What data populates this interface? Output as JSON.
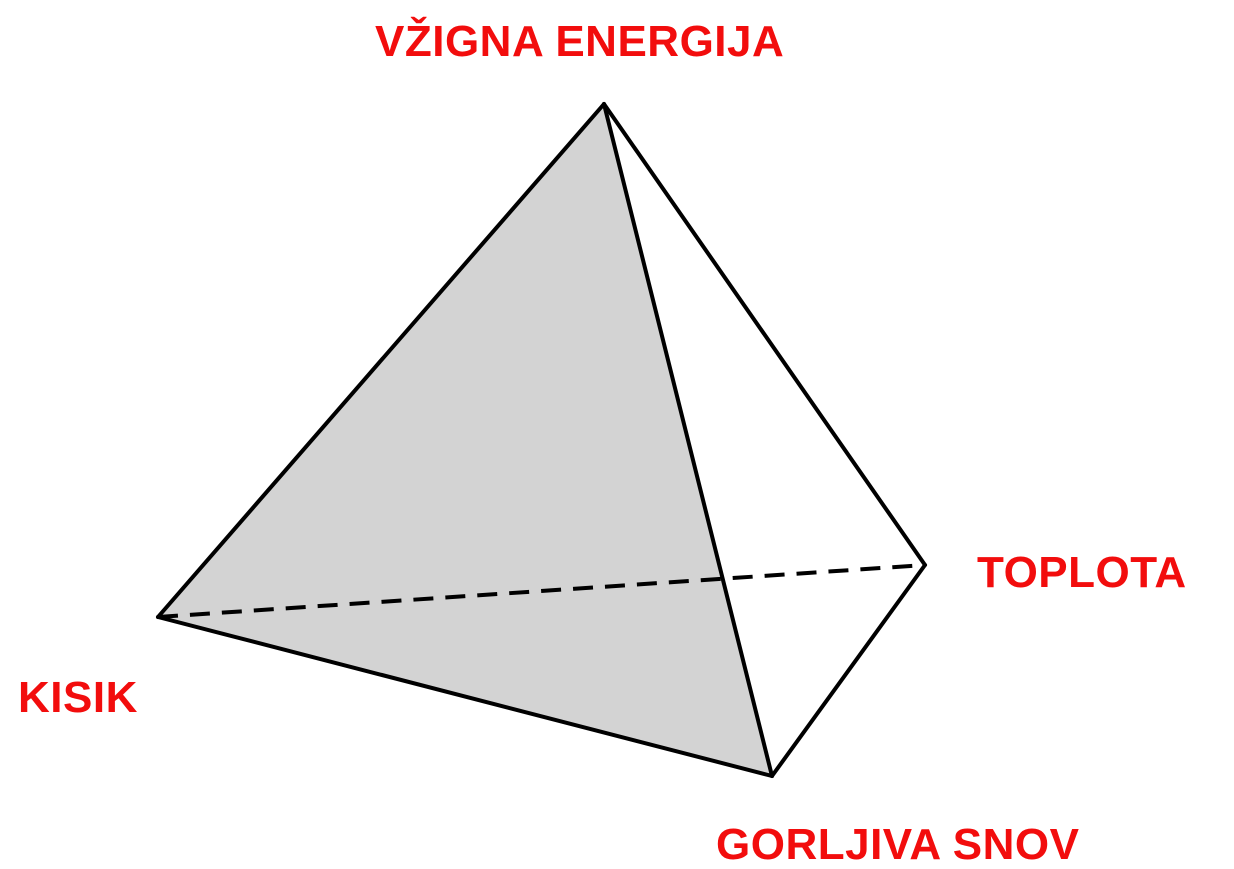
{
  "labels": {
    "top": "VŽIGNA ENERGIJA",
    "right": "TOPLOTA",
    "left": "KISIK",
    "bottom": "GORLJIVA SNOV"
  },
  "colors": {
    "label": "#f20d0d",
    "shaded_face": "#d3d3d3",
    "edge": "#000000",
    "background": "#ffffff"
  }
}
